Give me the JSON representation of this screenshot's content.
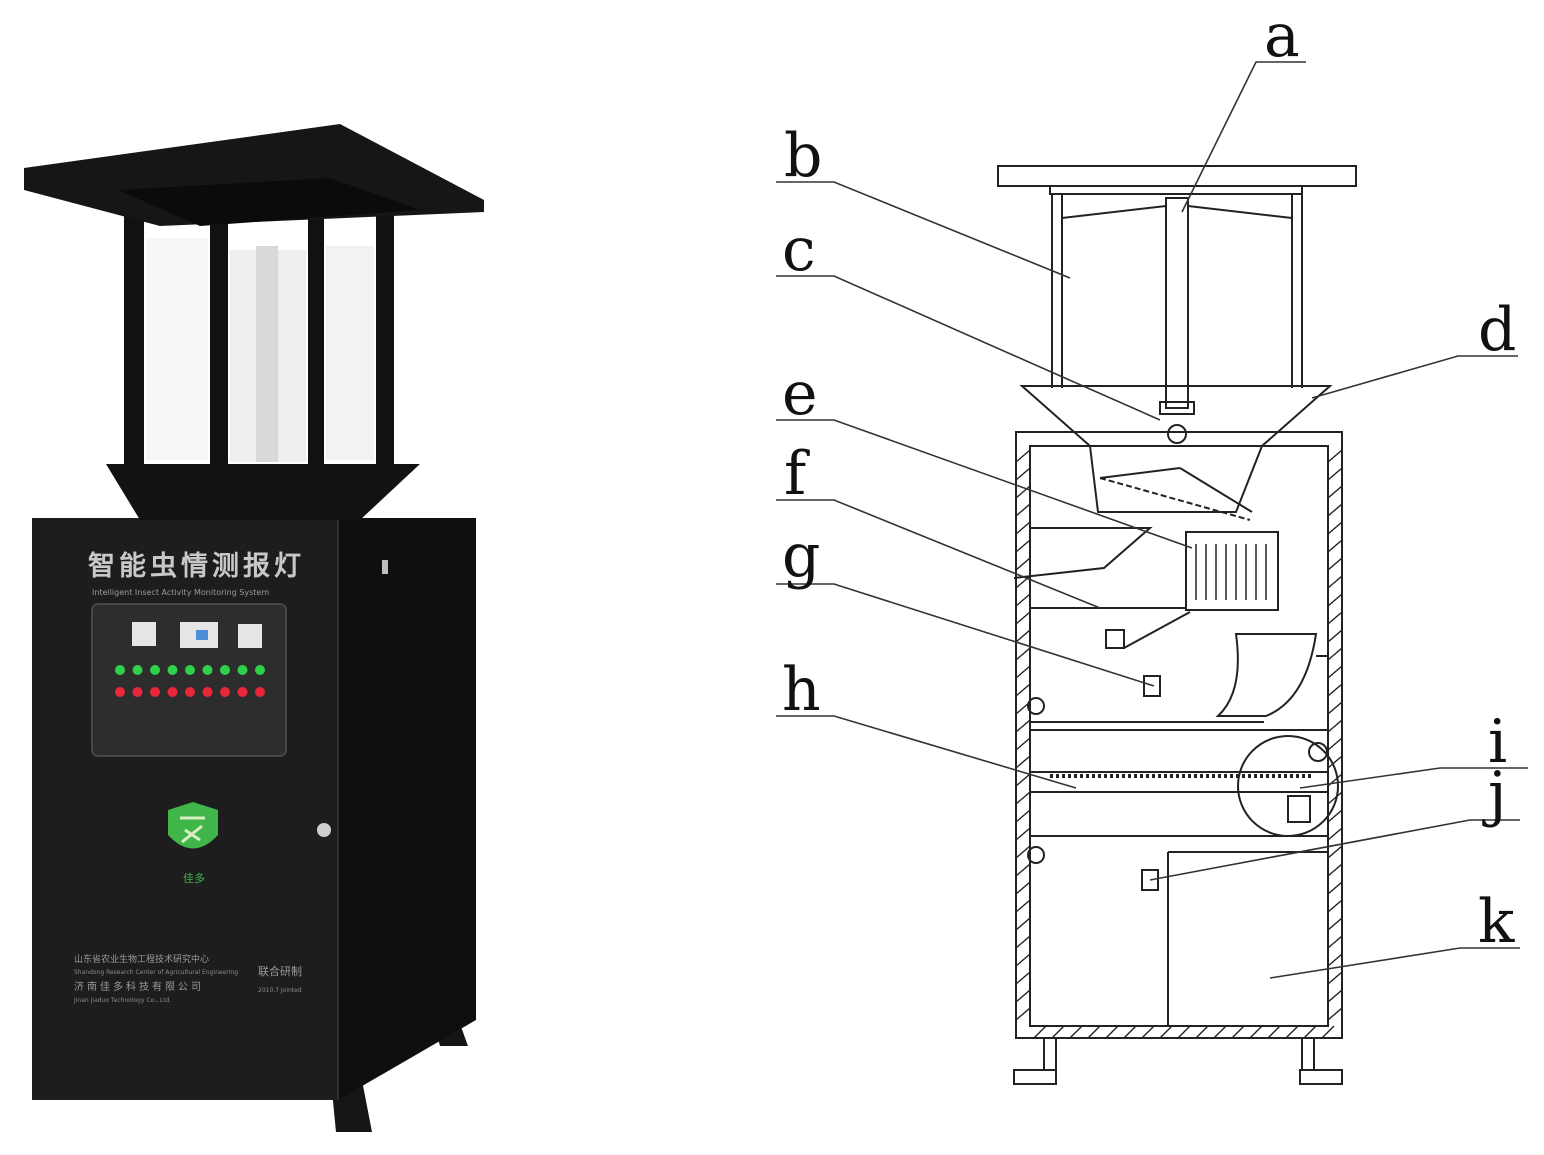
{
  "photo": {
    "cabinet_title": "智能虫情测报灯",
    "cabinet_subtitle": "Intelligent Insect Activity Monitoring System",
    "logo_text": "佳多",
    "footer_line_1": "山东省农业生物工程技术研究中心",
    "footer_line_2": "Shandong Research Center of Agricultural Engineering",
    "footer_line_3": "济南佳多科技有限公司",
    "footer_line_4": "Jinan Jiaduo Technology Co., Ltd.",
    "footer_right_1": "联合研制",
    "footer_right_2": "2010.7 Jointed",
    "panel": {
      "green_led_count": 9,
      "red_led_count": 9
    },
    "colors": {
      "body": "#1c1c1c",
      "led_green": "#2fd04a",
      "led_red": "#e8283a",
      "logo_green": "#3fb54a"
    }
  },
  "schematic": {
    "labels": {
      "a": "a",
      "b": "b",
      "c": "c",
      "d": "d",
      "e": "e",
      "f": "f",
      "g": "g",
      "h": "h",
      "i": "i",
      "j": "j",
      "k": "k"
    }
  }
}
